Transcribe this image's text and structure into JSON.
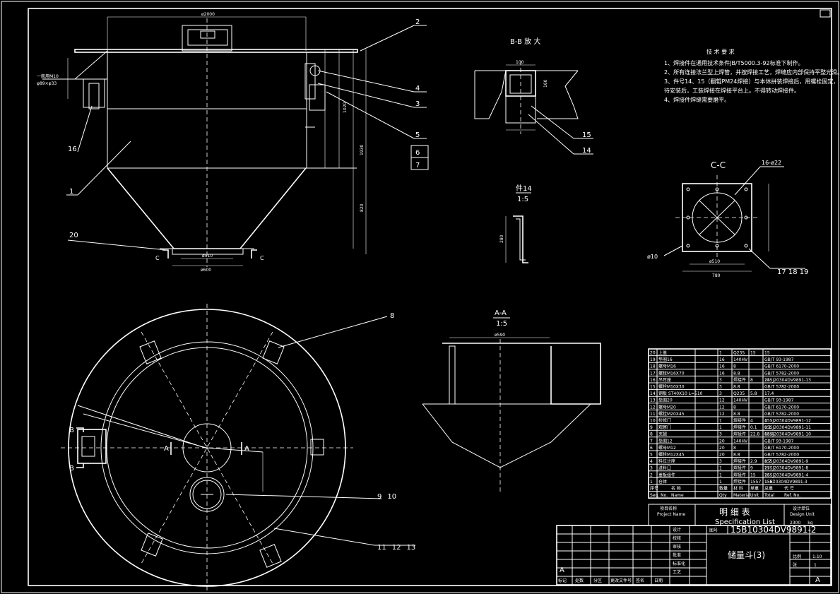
{
  "notes": {
    "title": "技 术 要 求",
    "items": [
      "1、焊接件在通用技术条件JB/T5000.3-92标准下制作。",
      "2、所有连接法兰型上焊管，并按焊接工艺，焊缝应内部保持平整光滑。",
      "3、件号14、15（翻辊PM24焊接）与本体拼装焊接后，用螺栓固定，",
      "   待安装后，工装焊接在焊接平台上。不得转动焊接件。",
      "4、焊接件焊缝需要磨平。"
    ]
  },
  "views": {
    "bb": "B-B 放 大",
    "cc": "C-C",
    "aa": "A-A",
    "aa_scale": "1:5",
    "p14": "件14",
    "p14_scale": "1:5"
  },
  "balloons": {
    "b1": "1",
    "b2": "2",
    "b3": "3",
    "b4": "4",
    "b5": "5",
    "b6": "6",
    "b7": "7",
    "b8": "8",
    "b9": "9",
    "b10": "10",
    "b11": "11",
    "b12": "12",
    "b13": "13",
    "b14": "14",
    "b15": "15",
    "b16": "16",
    "b17": "17 18 19",
    "b20": "20"
  },
  "section_marks": {
    "b": "B",
    "c": "C",
    "a": "A"
  },
  "dims": {
    "top_width": "ø2000",
    "bottom_outlet": "ø510",
    "bottom_flange": "ø600",
    "height_total": "1930",
    "height_cone": "820",
    "height_cyl": "1020",
    "cc_holes": "16-ø22",
    "cc_side": "780",
    "cc_pcd": "ø510",
    "aa_dia": "ø590",
    "p14_len": "280",
    "bb_w": "100",
    "bb_h": "160",
    "side_ref": "ø10"
  },
  "bom": {
    "rows": [
      [
        "20",
        "上盖",
        "1",
        "Q235",
        "15",
        "15",
        ""
      ],
      [
        "19",
        "垫圈16",
        "16",
        "140HV",
        "",
        "",
        "GB/T 93-1987"
      ],
      [
        "18",
        "螺母M16",
        "16",
        "8",
        "",
        "",
        "GB/T 6170-2000"
      ],
      [
        "17",
        "螺栓M16X70",
        "16",
        "8.8",
        "",
        "",
        "GB/T 5782-2000"
      ],
      [
        "16",
        "吊耳座",
        "3",
        "焊接件",
        "8",
        "24",
        "15SJ20304DV9891-13"
      ],
      [
        "15",
        "螺栓M10X30",
        "3",
        "8.8",
        "",
        "",
        "GB/T 5782-2000"
      ],
      [
        "14",
        "钢板 ST40X10 L=510",
        "3",
        "Q235",
        "5.8",
        "17.4",
        ""
      ],
      [
        "13",
        "垫圈20",
        "12",
        "140HV",
        "",
        "",
        "GB/T 93-1987"
      ],
      [
        "12",
        "螺母M20",
        "12",
        "8",
        "",
        "",
        "GB/T 6170-2000"
      ],
      [
        "11",
        "螺栓M20X45",
        "12",
        "8.8",
        "",
        "",
        "GB/T 5782-2000"
      ],
      [
        "10",
        "检修门",
        "1",
        "焊接件",
        "4",
        "4",
        "15SJ20304DV9891-12"
      ],
      [
        "9",
        "观察门",
        "1",
        "焊接件",
        "0.1",
        "0.1",
        "15SJ20304DV9891-11"
      ],
      [
        "8",
        "支腿",
        "3",
        "焊接件",
        "22.8",
        "68.4",
        "15SJ20304DV9891-10"
      ],
      [
        "7",
        "垫圈12",
        "20",
        "140HV",
        "",
        "",
        "GB/T 93-1987"
      ],
      [
        "6",
        "螺母M12",
        "20",
        "8",
        "",
        "",
        "GB/T 6170-2000"
      ],
      [
        "5",
        "螺栓M12X45",
        "20",
        "8.8",
        "",
        "",
        "GB/T 5782-2000"
      ],
      [
        "4",
        "料位计座",
        "3",
        "焊接件",
        "2.9",
        "8.7",
        "15SJ20304DV9891-9"
      ],
      [
        "3",
        "进料口",
        "1",
        "焊接件",
        "9",
        "27",
        "15SJ20304DV9891-8"
      ],
      [
        "2",
        "盖板组件",
        "1",
        "焊接件",
        "15",
        "26",
        "15SJ20304DV9891-4"
      ],
      [
        "1",
        "仓体",
        "1",
        "焊接件",
        "1557",
        "1557",
        "15B10304DV9891-3"
      ]
    ],
    "header": [
      "序号",
      "名 称",
      "数量",
      "材 料",
      "单重",
      "总重",
      "代 号"
    ],
    "header_en": [
      "Seq. No.",
      "Name",
      "Qty",
      "Material",
      "Unit",
      "Total",
      "Ref. No."
    ],
    "spec_title": "明 细 表",
    "spec_title_en": "Specification  List",
    "project_label": "项目名称",
    "project_label_en": "Project Name",
    "design_label": "设计单位",
    "design_label_en": "Design Unit",
    "weight_value": "2300",
    "weight_unit": "kg"
  },
  "titleblock": {
    "drawing_no": "15B10304DV9891-2",
    "drawing_no_label": "图号",
    "drawing_name": "储量斗(3)",
    "stage": "A",
    "scale_label": "比例",
    "scale": "1:10",
    "sheet_label": "张",
    "sheet": "1",
    "rev": "A",
    "sign_labels": [
      "设计",
      "校核",
      "审核",
      "批准",
      "标准化",
      "工艺"
    ],
    "rev_cols": [
      "标记",
      "处数",
      "分区",
      "更改文件号",
      "签名",
      "日期"
    ]
  }
}
